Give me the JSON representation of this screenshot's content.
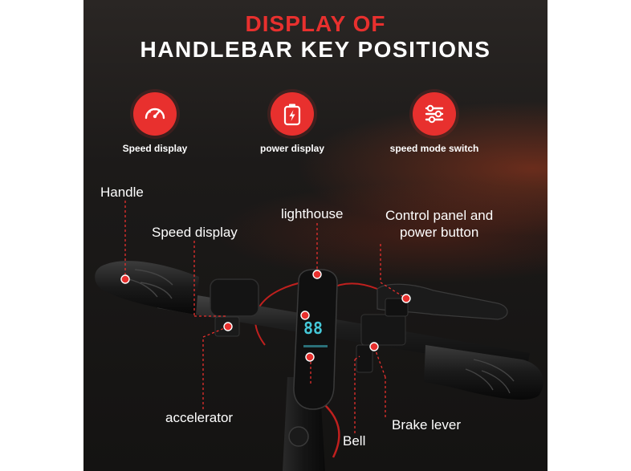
{
  "header": {
    "title_line1": "DISPLAY OF",
    "title_line2": "HANDLEBAR KEY POSITIONS"
  },
  "features": [
    {
      "label": "Speed display",
      "icon": "speedometer-icon"
    },
    {
      "label": "power display",
      "icon": "battery-icon"
    },
    {
      "label": "speed mode switch",
      "icon": "sliders-icon"
    }
  ],
  "callouts": {
    "handle": "Handle",
    "speed_display": "Speed display",
    "lighthouse": "lighthouse",
    "control_panel_line1": "Control panel and",
    "control_panel_line2": "power button",
    "accelerator": "accelerator",
    "brake_lever": "Brake lever",
    "bell": "Bell"
  },
  "display": {
    "readout": "88"
  },
  "colors": {
    "accent": "#e8302e",
    "background": "#1c1a19",
    "text": "#ffffff"
  }
}
